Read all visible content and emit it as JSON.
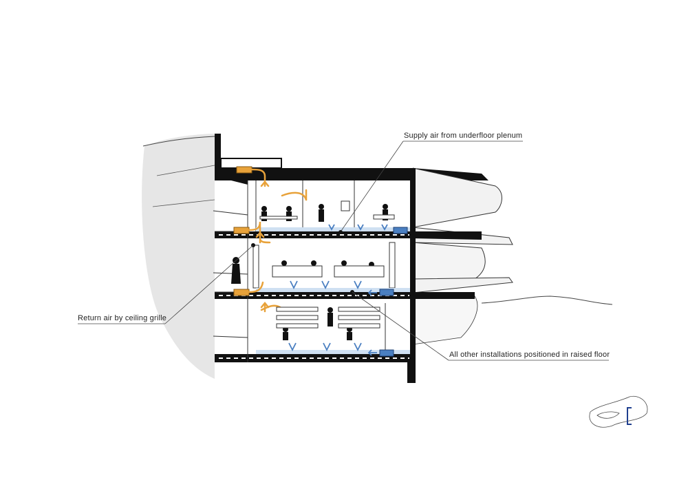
{
  "annotations": {
    "supply_air": "Supply air from underfloor plenum",
    "return_air": "Return air by ceiling grille",
    "installations": "All other installations positioned in raised floor"
  },
  "colors": {
    "supply_blue": "#4a7fc1",
    "return_orange": "#e8a23a",
    "plenum_fill": "#cfe0f2",
    "ground_gray": "#e6e6e6",
    "structure_black": "#111111",
    "logo_blue": "#1f3f8f"
  },
  "icons": {
    "logo": "site-plan-logo-icon"
  }
}
